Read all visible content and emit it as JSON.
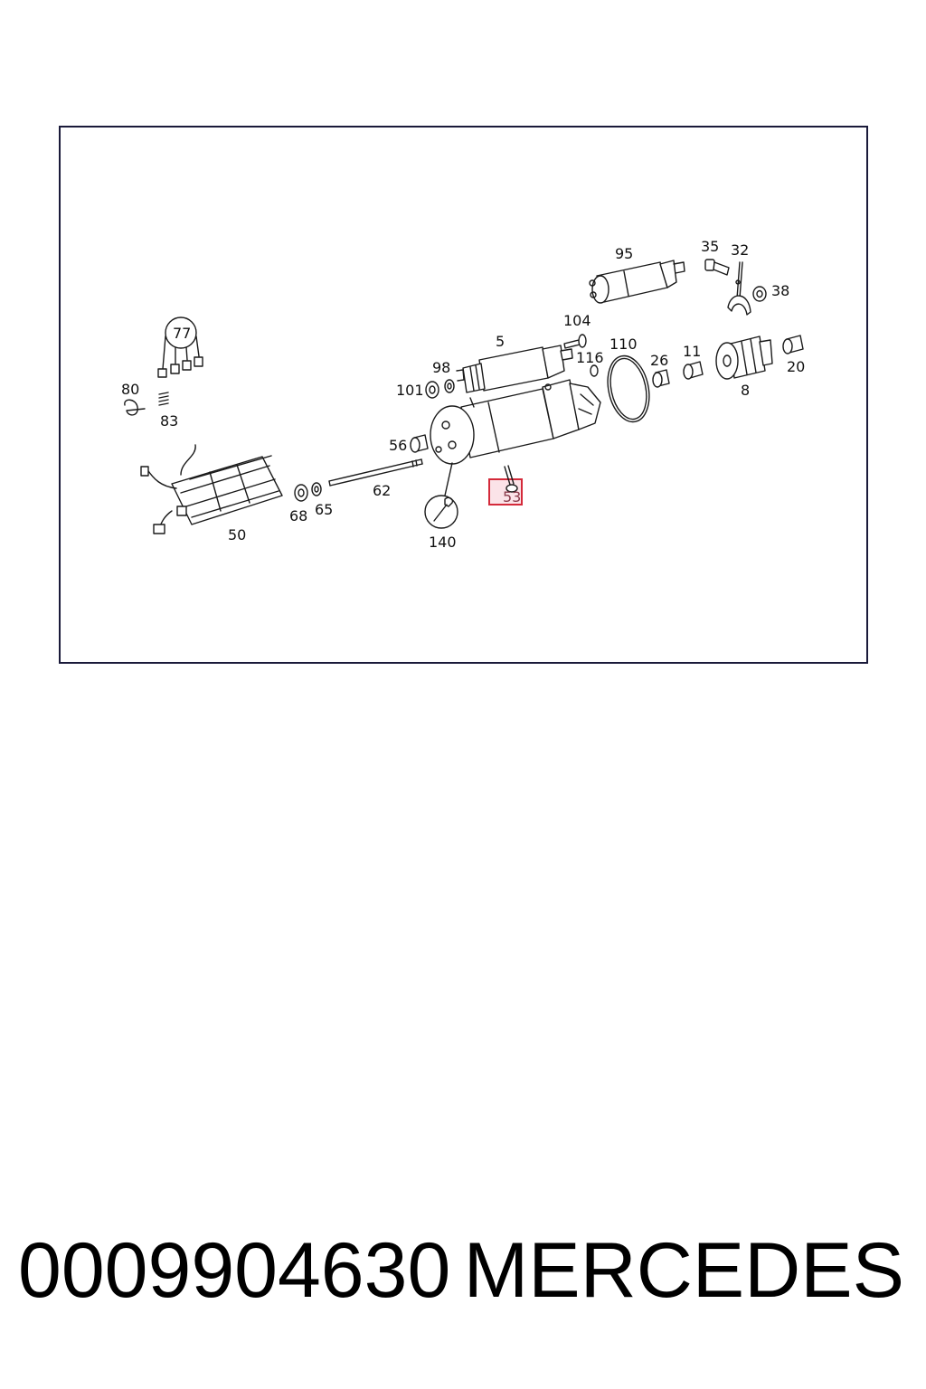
{
  "diagram": {
    "highlight": {
      "label": "53",
      "color": "#d42a3a"
    },
    "part_labels": [
      "95",
      "35",
      "32",
      "38",
      "104",
      "5",
      "110",
      "116",
      "26",
      "11",
      "20",
      "8",
      "98",
      "101",
      "56",
      "62",
      "65",
      "68",
      "50",
      "140",
      "53",
      "77",
      "80",
      "83"
    ],
    "icons": [
      "wrench-icon"
    ]
  },
  "footer": {
    "part_number": "0009904630",
    "brand": "MERCEDES"
  },
  "colors": {
    "line": "#1a1a1a",
    "frame": "#1a1a3a",
    "highlight": "#d42a3a"
  }
}
